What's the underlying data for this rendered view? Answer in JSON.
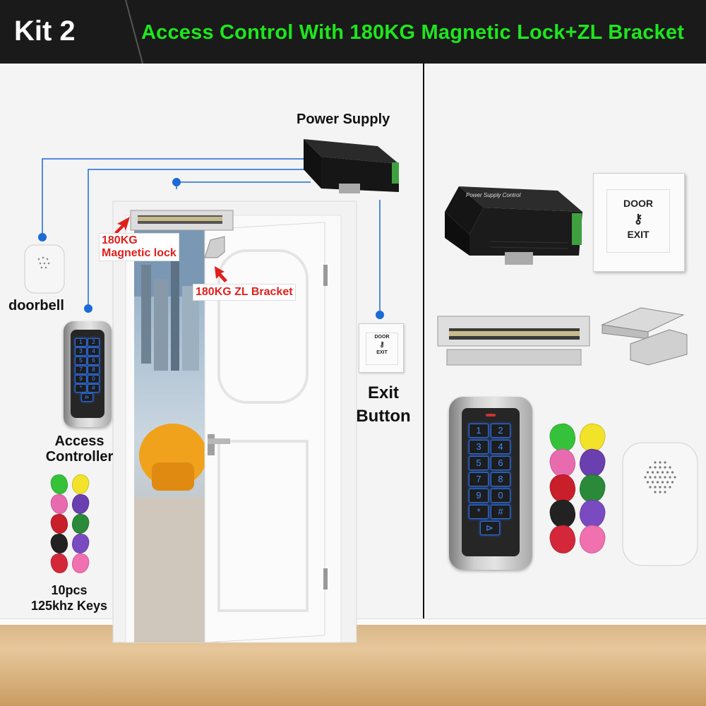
{
  "header": {
    "kit_label": "Kit 2",
    "title": "Access Control With 180KG Magnetic Lock+ZL Bracket"
  },
  "labels": {
    "power_supply": "Power Supply",
    "magnetic_lock_line1": "180KG",
    "magnetic_lock_line2": "Magnetic lock",
    "zl_bracket": "180KG ZL Bracket",
    "doorbell": "doorbell",
    "access_controller_line1": "Access",
    "access_controller_line2": "Controller",
    "exit_button_line1": "Exit",
    "exit_button_line2": "Button",
    "keys_line1": "10pcs",
    "keys_line2": "125khz Keys"
  },
  "exit_button": {
    "line1": "DOOR",
    "line2": "EXIT"
  },
  "power_supply_unit": {
    "title": "Power Supply Control"
  },
  "keypad_keys": [
    "1",
    "2",
    "3",
    "4",
    "5",
    "6",
    "7",
    "8",
    "9",
    "0",
    "*",
    "#"
  ],
  "colors": {
    "header_bg": "#1a1a1a",
    "title_green": "#1ee61e",
    "label_red": "#e0201c",
    "wire_blue": "#1b6ad8",
    "fob_colors": [
      "#35c23a",
      "#f2e22a",
      "#e86bb0",
      "#6a3fb0",
      "#c81f2a",
      "#2a8a3a",
      "#222222",
      "#7a4bc0",
      "#d4283a",
      "#f070b0"
    ]
  }
}
